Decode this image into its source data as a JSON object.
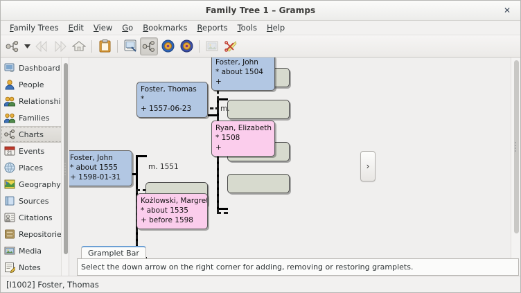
{
  "window": {
    "title": "Family Tree 1 – Gramps",
    "close_label": "✕"
  },
  "menubar": [
    {
      "label": "Family Trees",
      "mnemonic": "F"
    },
    {
      "label": "Edit",
      "mnemonic": "E"
    },
    {
      "label": "View",
      "mnemonic": "V"
    },
    {
      "label": "Go",
      "mnemonic": "G"
    },
    {
      "label": "Bookmarks",
      "mnemonic": "B"
    },
    {
      "label": "Reports",
      "mnemonic": "R"
    },
    {
      "label": "Tools",
      "mnemonic": "T"
    },
    {
      "label": "Help",
      "mnemonic": "H"
    }
  ],
  "toolbar": [
    {
      "name": "person-tree-icon",
      "active": false,
      "dim": false
    },
    {
      "name": "dropdown-arrow-icon",
      "active": false,
      "dim": false
    },
    {
      "name": "back-arrow-icon",
      "active": false,
      "dim": true
    },
    {
      "name": "forward-arrow-icon",
      "active": false,
      "dim": true
    },
    {
      "name": "home-icon",
      "active": false,
      "dim": false
    },
    {
      "name": "clipboard-icon",
      "active": false,
      "dim": false
    },
    {
      "name": "reports-icon",
      "active": false,
      "dim": false
    },
    {
      "name": "charts-icon",
      "active": true,
      "dim": false
    },
    {
      "name": "globe-orange-icon",
      "active": false,
      "dim": false
    },
    {
      "name": "globe-purple-icon",
      "active": false,
      "dim": false
    },
    {
      "name": "media-image-icon",
      "active": false,
      "dim": true
    },
    {
      "name": "scissors-tool-icon",
      "active": false,
      "dim": false
    }
  ],
  "sidebar": {
    "selected": "Charts",
    "items": [
      {
        "label": "Dashboard",
        "icon": "dashboard-icon"
      },
      {
        "label": "People",
        "icon": "people-icon"
      },
      {
        "label": "Relationships",
        "icon": "relationships-icon"
      },
      {
        "label": "Families",
        "icon": "families-icon"
      },
      {
        "label": "Charts",
        "icon": "charts-icon"
      },
      {
        "label": "Events",
        "icon": "events-icon"
      },
      {
        "label": "Places",
        "icon": "places-icon"
      },
      {
        "label": "Geography",
        "icon": "geography-icon"
      },
      {
        "label": "Sources",
        "icon": "sources-icon"
      },
      {
        "label": "Citations",
        "icon": "citations-icon"
      },
      {
        "label": "Repositories",
        "icon": "repositories-icon"
      },
      {
        "label": "Media",
        "icon": "media-icon"
      },
      {
        "label": "Notes",
        "icon": "notes-icon"
      }
    ]
  },
  "chart": {
    "expand_button_label": "›",
    "colors": {
      "male_box": "#b2c7e3",
      "female_box": "#fbcdec",
      "empty_box": "#d7dace",
      "canvas": "#f0efee",
      "box_border": "#5d5d5d"
    },
    "people": [
      {
        "id": "root",
        "name": "Foster, John",
        "birth": "* about 1555",
        "death": "+ 1598-01-31",
        "sex": "male"
      },
      {
        "id": "father",
        "name": "Foster, Thomas",
        "birth": "*",
        "death": "+ 1557-06-23",
        "sex": "male"
      },
      {
        "id": "mother",
        "name": "Kożlowski, Margret",
        "birth": "* about 1535",
        "death": "+ before 1598",
        "sex": "female"
      },
      {
        "id": "grandfather",
        "name": "Foster, John",
        "birth": "* about 1504",
        "death": "+",
        "sex": "male"
      },
      {
        "id": "grandmother",
        "name": "Ryan, Elizabeth",
        "birth": "* 1508",
        "death": "+",
        "sex": "female"
      }
    ],
    "marriages": [
      {
        "id": "m-parents",
        "label": "m. 1551"
      },
      {
        "id": "m-grandparents",
        "label": "m."
      }
    ],
    "empty_boxes": 5
  },
  "gramplet": {
    "tab_label": "Gramplet Bar",
    "message": "Select the down arrow on the right corner for adding, removing or restoring gramplets."
  },
  "statusbar": {
    "text": "[I1002] Foster, Thomas"
  }
}
